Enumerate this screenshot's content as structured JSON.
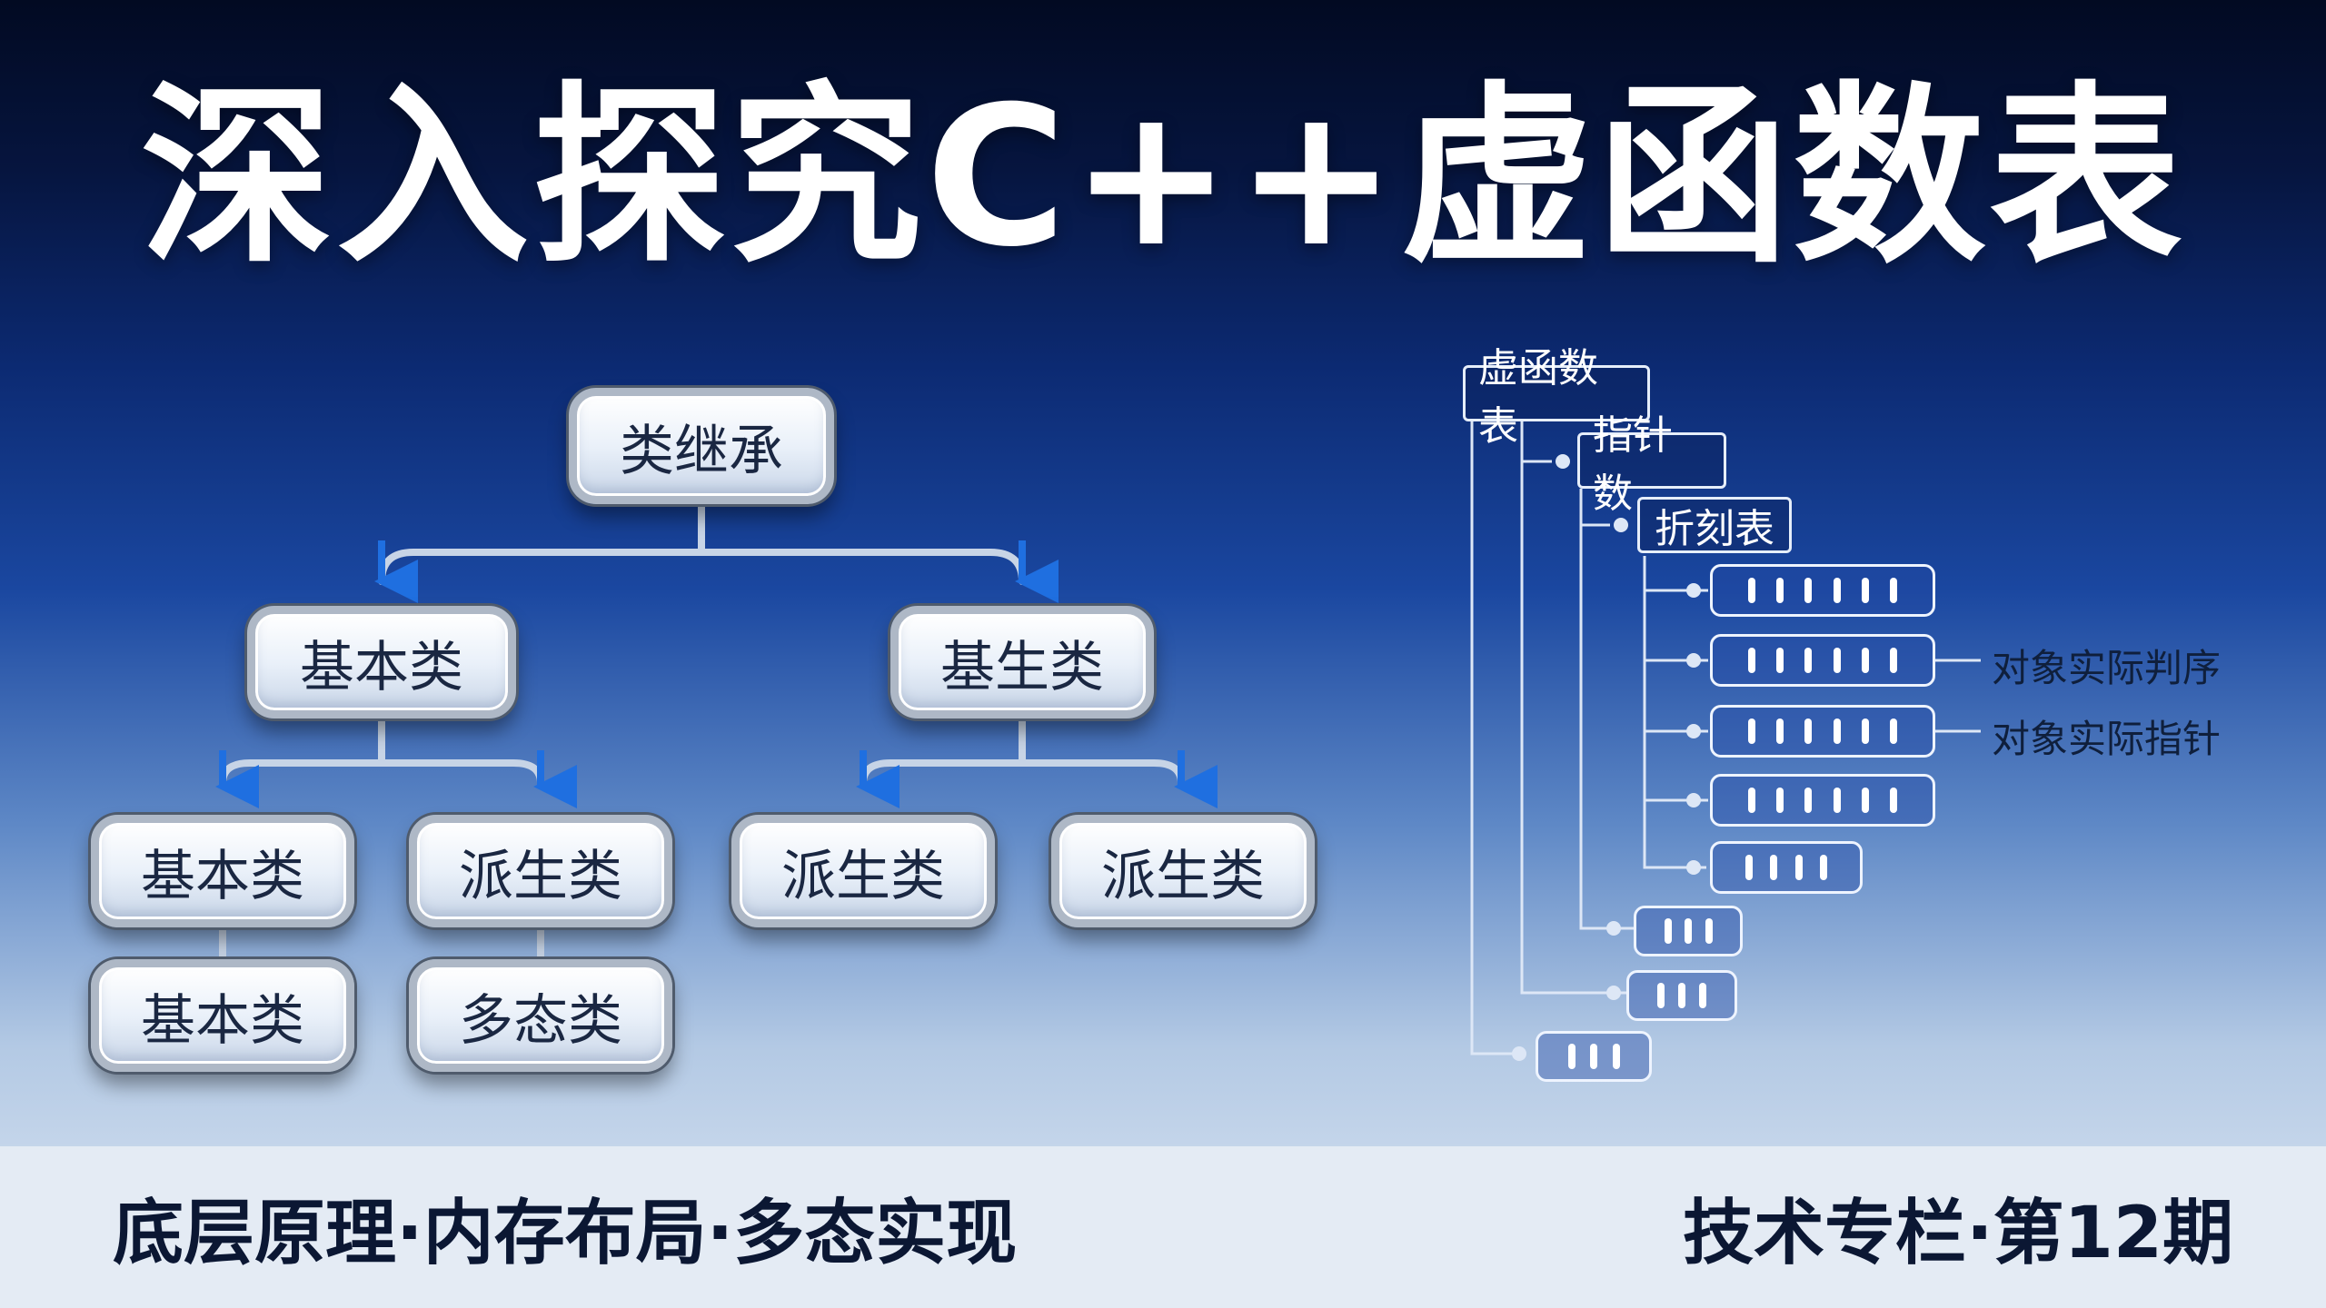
{
  "title": "深入探究C++虚函数表",
  "tree": {
    "root": "类继承",
    "level1": [
      "基本类",
      "基生类"
    ],
    "level2": [
      "基本类",
      "派生类",
      "派生类",
      "派生类"
    ],
    "level3": [
      "基本类",
      "多态类"
    ]
  },
  "vtable": {
    "labels": [
      "虚函数表",
      "指针数",
      "折刻表"
    ],
    "annotations": [
      "对象实际判序",
      "对象实际指针"
    ]
  },
  "footer": {
    "left": "底层原理·内存布局·多态实现",
    "right": "技术专栏·第12期"
  },
  "colors": {
    "arrow": "#1f6fe0",
    "connector": "#c7d4e6",
    "node_text": "#1a2742"
  }
}
